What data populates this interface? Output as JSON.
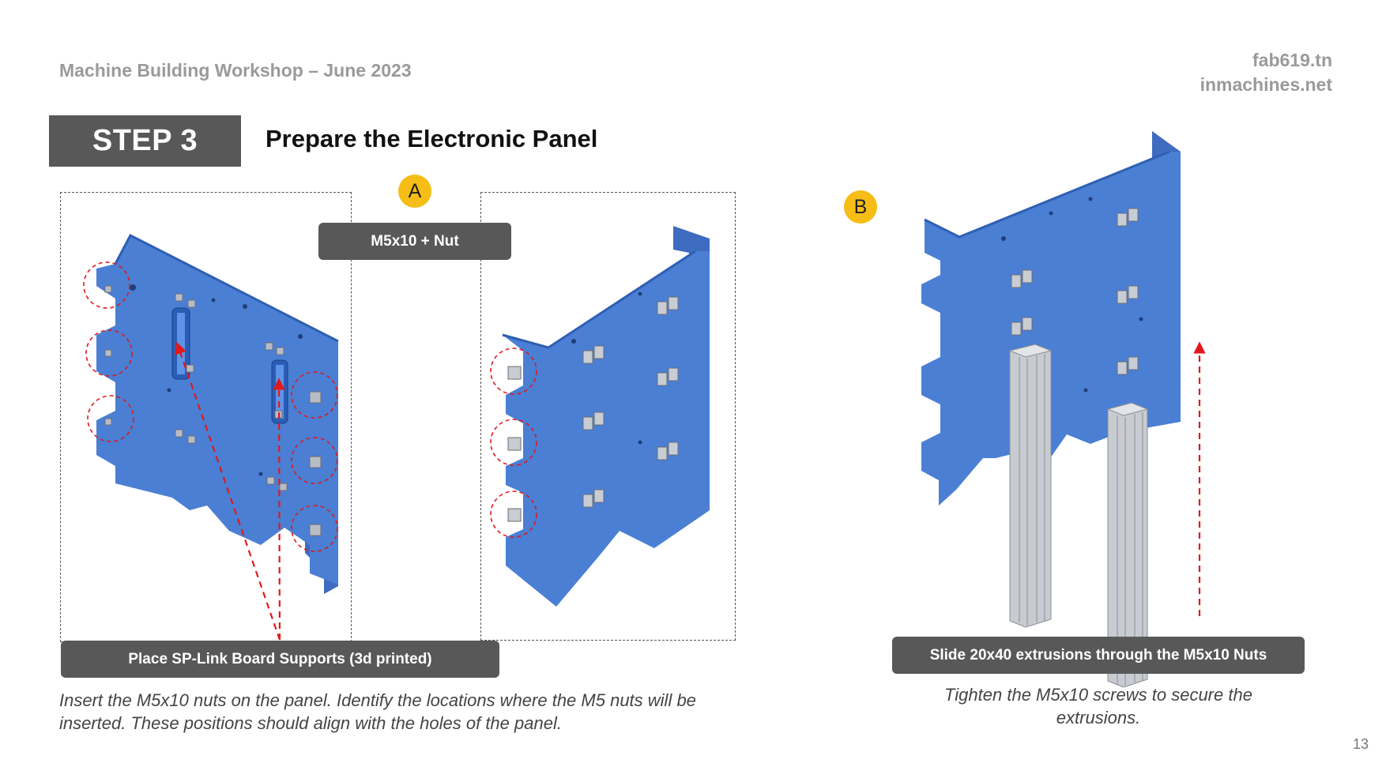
{
  "header": {
    "title": "Machine Building Workshop – June 2023",
    "site_1": "fab619.tn",
    "site_2": "inmachines.net"
  },
  "step": {
    "label": "STEP 3",
    "title": "Prepare the Electronic Panel"
  },
  "labels": {
    "badge_a": "A",
    "badge_b": "B",
    "m5_nut": "M5x10 + Nut",
    "place_supports": "Place SP-Link Board Supports (3d printed)",
    "slide_extrusions": "Slide 20x40 extrusions through the M5x10 Nuts"
  },
  "captions": {
    "left": "Insert the M5x10 nuts on the panel. Identify the locations where the M5 nuts will be inserted. These positions should align with the holes of the panel.",
    "right": "Tighten the M5x10 screws to secure the extrusions."
  },
  "page_number": "13",
  "colors": {
    "panel_blue": "#4a7fd4",
    "panel_edge": "#2f5fb4",
    "dark_box": "#585858",
    "badge_yellow": "#f6bd16",
    "annotation_red": "#e0191d",
    "extrusion_gray": "#c8cbd0"
  }
}
